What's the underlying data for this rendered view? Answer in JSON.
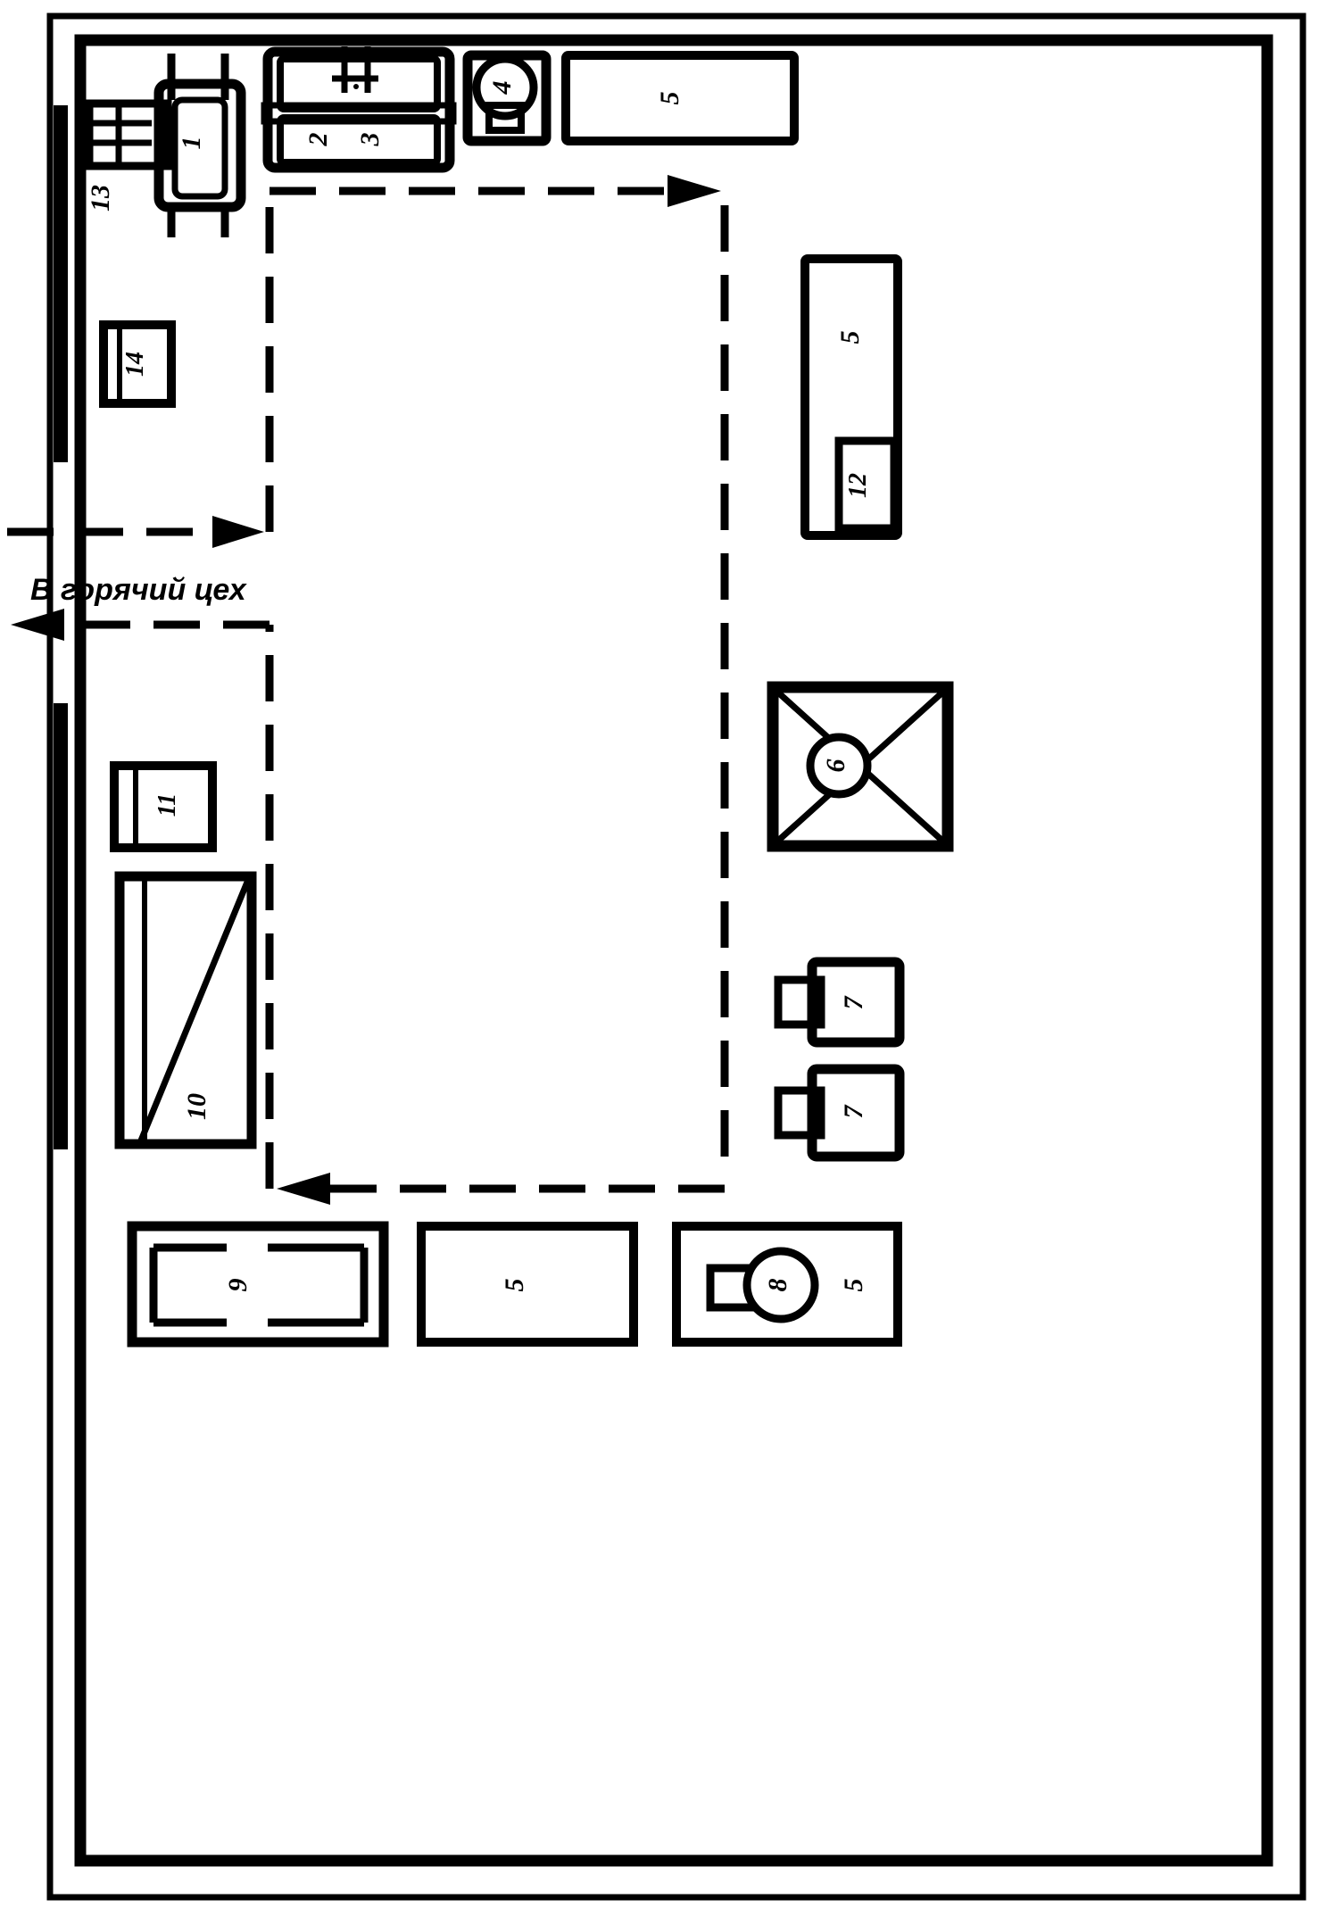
{
  "diagram": {
    "title": "Plan of a cold-preparation shop (equipment layout)",
    "language": "ru",
    "annotation": {
      "flow_label": "В горячий цех"
    },
    "colors": {
      "line": "#000000",
      "background": "#ffffff"
    },
    "walls": {
      "outer_frame": "thin outer rectangle",
      "inner_wall": "thick inner rectangle",
      "partition_left_upper": "vertical thick partition upper-left",
      "partition_left_lower": "vertical thick partition lower-left"
    },
    "equipment": [
      {
        "id": "1",
        "label": "1",
        "name": "table-with-legs",
        "note": "rectangle with vertical legs top and bottom"
      },
      {
        "id": "2",
        "label": "2",
        "name": "double-sink-lower-left",
        "note": "lower compartment of double wash unit"
      },
      {
        "id": "3",
        "label": "3",
        "name": "double-sink-lower-right",
        "note": "lower compartment of double wash unit"
      },
      {
        "id": "4",
        "label": "4",
        "name": "round-machine-in-box",
        "note": "circle with neck inside a square"
      },
      {
        "id": "5",
        "label": "5",
        "name": "work-table-top",
        "note": "horizontal rectangle, top row"
      },
      {
        "id": "5",
        "label": "5",
        "name": "work-table-right",
        "note": "tall vertical rectangle, right side"
      },
      {
        "id": "12",
        "label": "12",
        "name": "unit-inside-right-table",
        "note": "small rectangle nested inside right table"
      },
      {
        "id": "6",
        "label": "6",
        "name": "x-frame-unit",
        "note": "square with X diagonals and centre circle"
      },
      {
        "id": "7",
        "label": "7",
        "name": "machine-upper",
        "note": "rectangle with small left lug"
      },
      {
        "id": "7",
        "label": "7",
        "name": "machine-lower",
        "note": "rectangle with small left lug"
      },
      {
        "id": "8",
        "label": "8",
        "name": "circular-machine",
        "note": "circle with left lug, inside bottom right table"
      },
      {
        "id": "5",
        "label": "5",
        "name": "work-table-bottom-right",
        "note": "horizontal rectangle containing unit 8"
      },
      {
        "id": "5",
        "label": "5",
        "name": "work-table-bottom-middle",
        "note": "horizontal rectangle, bottom row"
      },
      {
        "id": "9",
        "label": "9",
        "name": "bath-unit",
        "note": "rectangle with broken inner rectangle"
      },
      {
        "id": "10",
        "label": "10",
        "name": "rack-with-diagonal",
        "note": "tall rectangle with left strip and diagonal"
      },
      {
        "id": "11",
        "label": "11",
        "name": "cabinet-small",
        "note": "rectangle with left strip"
      },
      {
        "id": "13",
        "label": "13",
        "name": "hand-wash-basin",
        "note": "small box with tap symbol"
      },
      {
        "id": "14",
        "label": "14",
        "name": "cabinet-lower-left",
        "note": "rectangle with left strip"
      }
    ],
    "flow_arrows": [
      {
        "name": "inbound-arrow-left-upper",
        "direction": "right"
      },
      {
        "name": "outbound-arrow-left-lower",
        "direction": "left"
      },
      {
        "name": "upper-route-arrow",
        "direction": "right"
      },
      {
        "name": "bottom-route-arrow",
        "direction": "left"
      }
    ]
  }
}
